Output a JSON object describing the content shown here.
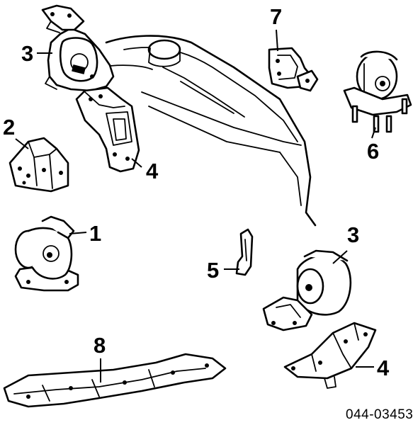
{
  "callouts": {
    "c1": "1",
    "c2": "2",
    "c3_top": "3",
    "c3_bottom": "3",
    "c4_top": "4",
    "c4_bottom": "4",
    "c5": "5",
    "c6": "6",
    "c7": "7",
    "c8": "8"
  },
  "diagram_code": "044-03453"
}
